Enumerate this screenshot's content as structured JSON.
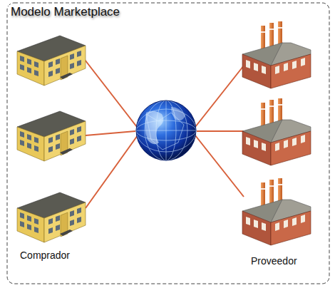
{
  "diagram": {
    "title": "Modelo Marketplace",
    "labels": [
      "Comprador",
      "Proveedor"
    ]
  }
}
